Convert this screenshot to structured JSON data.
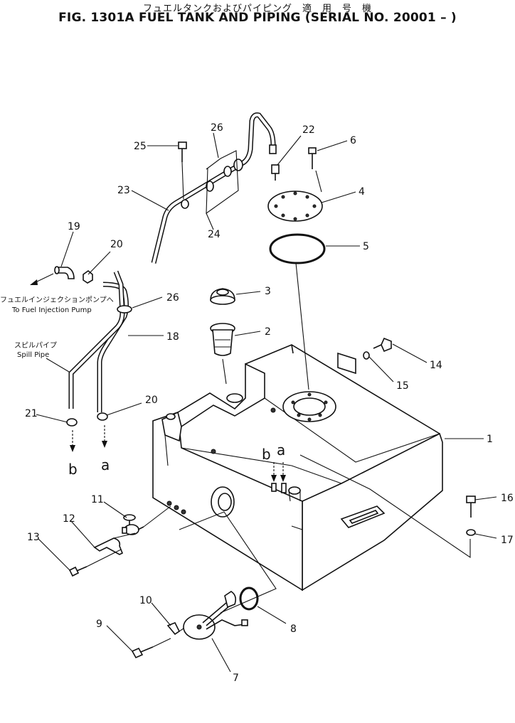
{
  "title_jp": "フュエルタンクおよびパイピング　適　用　号　機",
  "title_en": "FIG. 1301A  FUEL TANK AND PIPING (SERIAL NO. 20001 – )",
  "annotations": {
    "to_pump_jp": "フュエルインジェクションポンプへ",
    "to_pump_en": "To Fuel Injection Pump",
    "spill_jp": "スピルパイプ",
    "spill_en": "Spill Pipe"
  },
  "connection_marks": [
    "a",
    "b"
  ],
  "part_numbers": [
    "1",
    "2",
    "3",
    "4",
    "5",
    "6",
    "7",
    "8",
    "9",
    "10",
    "11",
    "12",
    "13",
    "14",
    "15",
    "16",
    "17",
    "18",
    "19",
    "20",
    "21",
    "22",
    "23",
    "24",
    "25",
    "26"
  ]
}
